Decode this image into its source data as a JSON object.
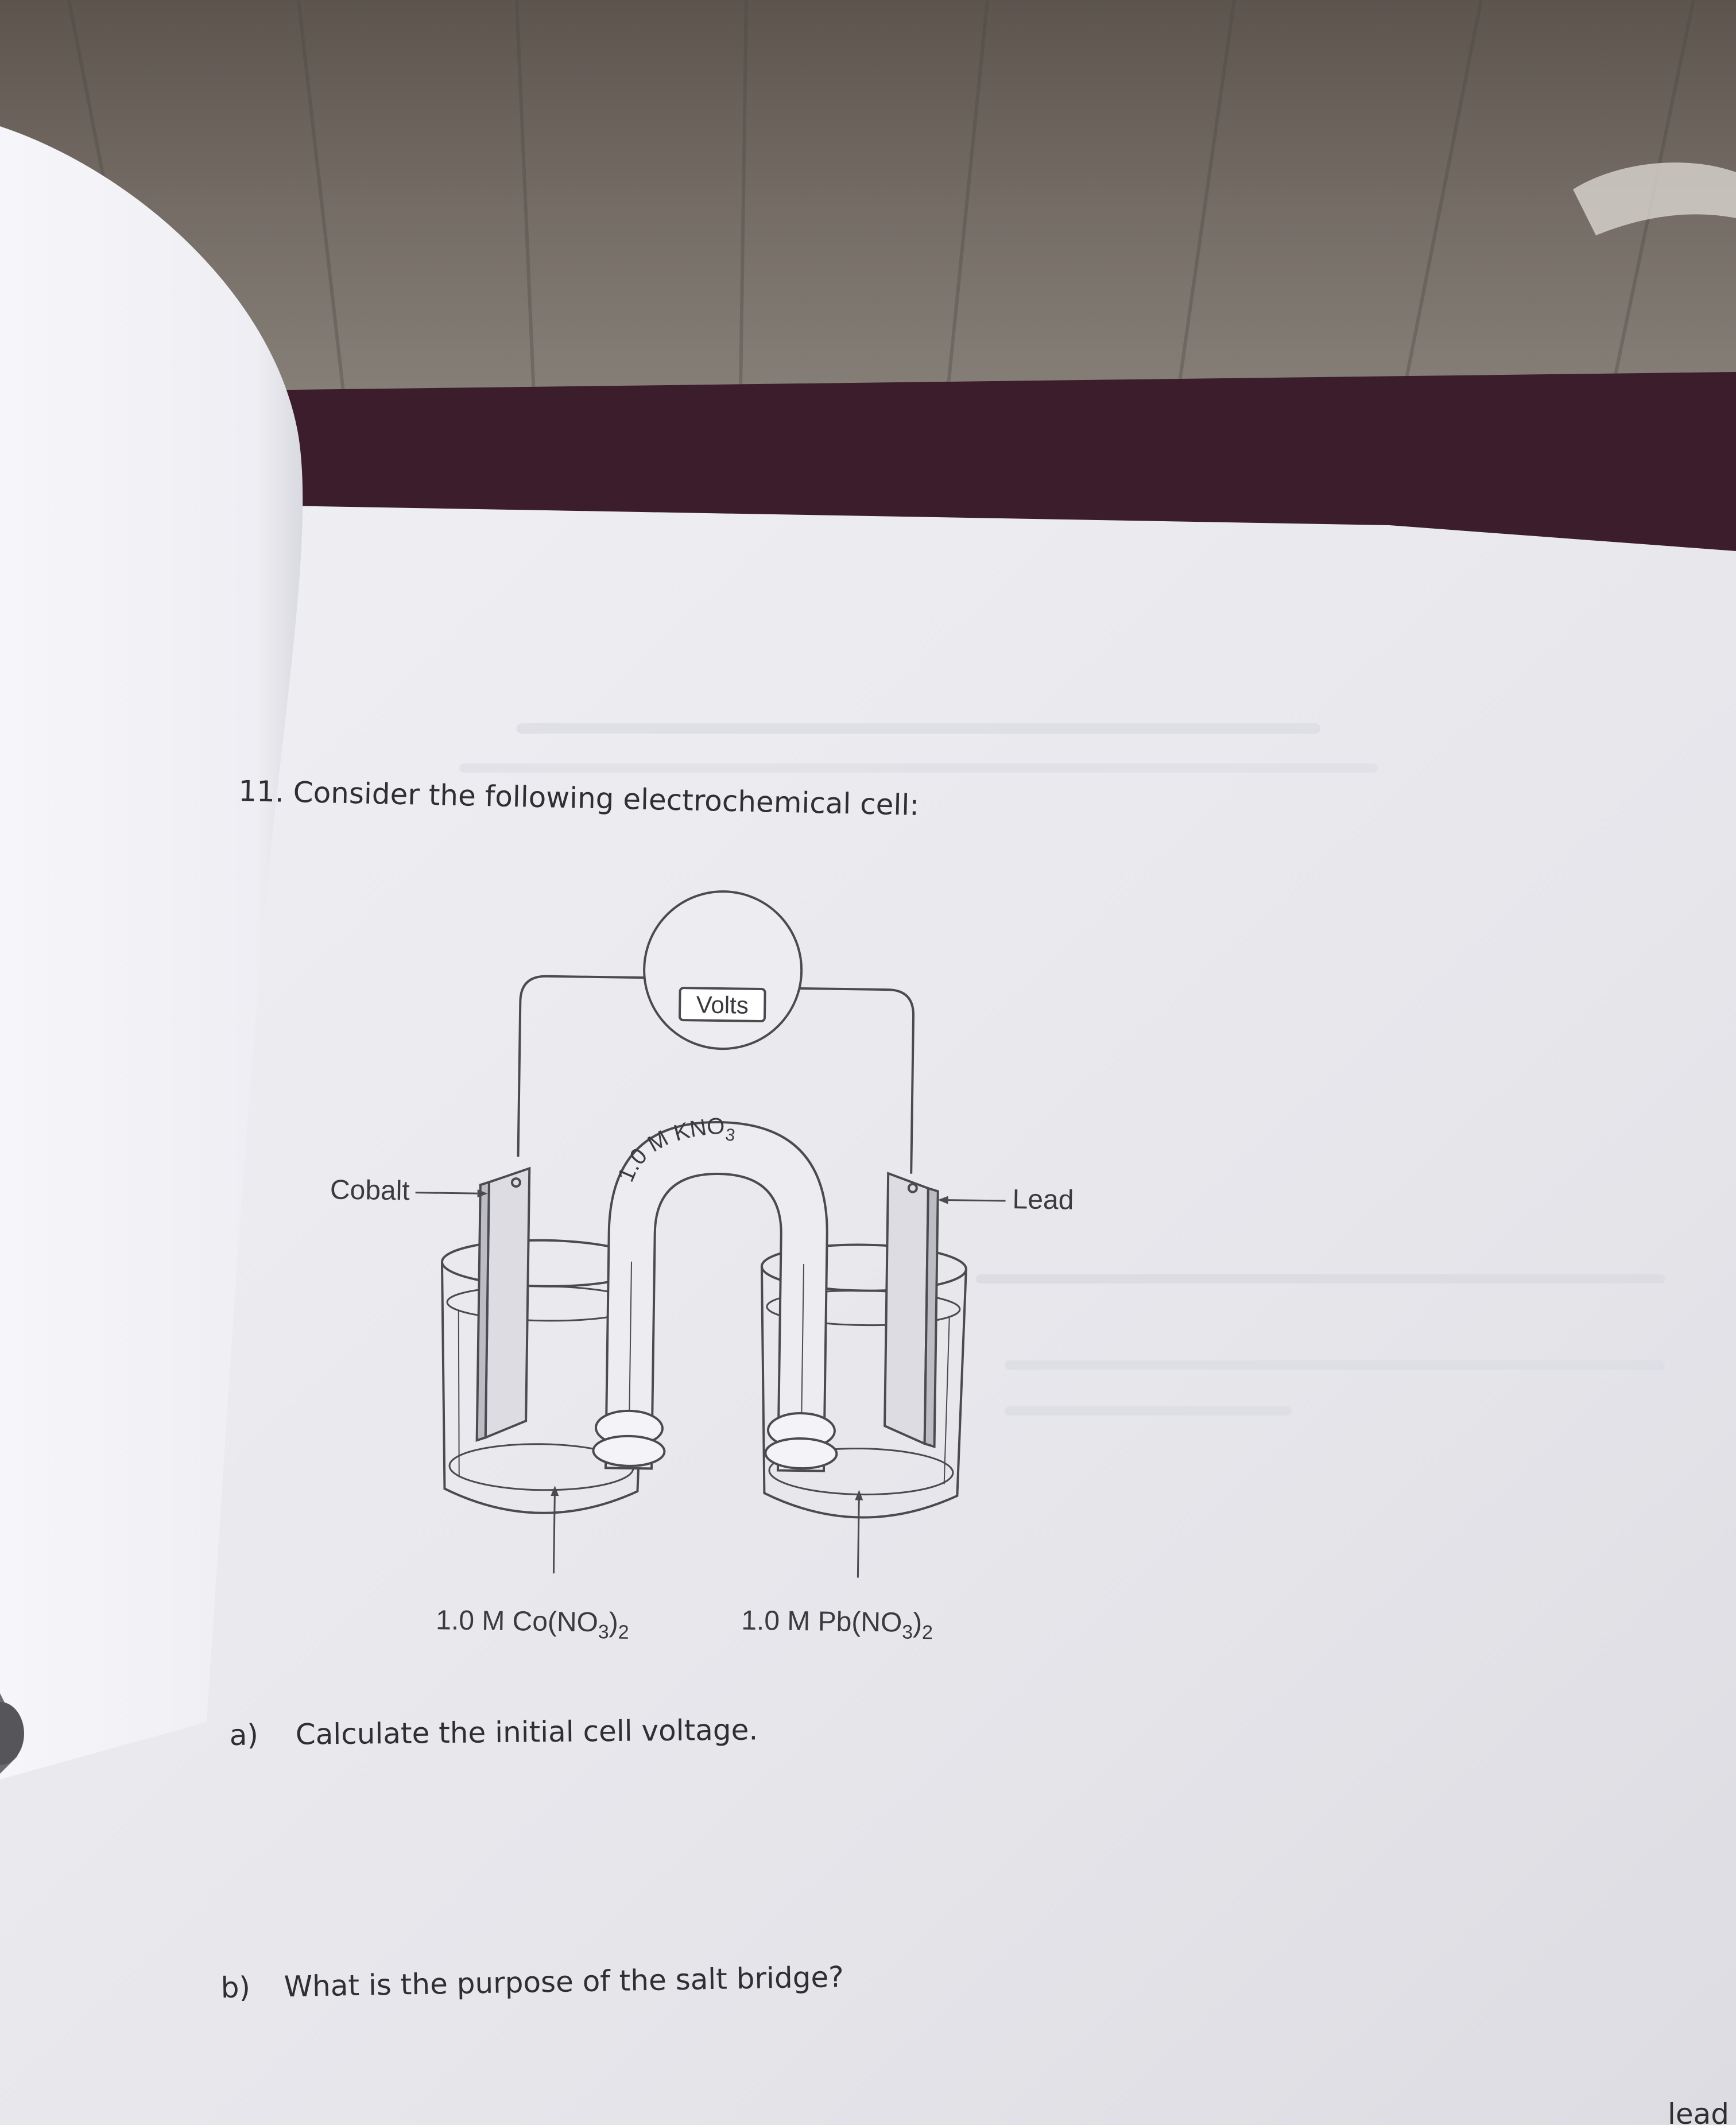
{
  "question": {
    "number": "11.",
    "prompt": "Consider the following electrochemical cell:"
  },
  "diagram": {
    "meter_label": "Volts",
    "salt_bridge_label": "1.0 M KNO",
    "salt_bridge_subscript": "3",
    "left_electrode": "Cobalt",
    "right_electrode": "Lead",
    "left_solution_prefix": "1.0 M Co(NO",
    "left_solution_sub_inner": "3",
    "left_solution_close": ")",
    "left_solution_sub_outer": "2",
    "right_solution_prefix": "1.0 M Pb(NO",
    "right_solution_sub_inner": "3",
    "right_solution_close": ")",
    "right_solution_sub_outer": "2"
  },
  "parts": [
    {
      "letter": "a)",
      "text": "Calculate the initial cell voltage."
    },
    {
      "letter": "b)",
      "text": "What is the purpose of the salt bridge?"
    }
  ],
  "cutoff_text": "lead",
  "colors": {
    "floor": "#6e665f",
    "folder": "#3c1d2b",
    "page": "#e9e9ee",
    "ink": "#2e2e33",
    "diagram_ink": "#4a4a4f"
  }
}
